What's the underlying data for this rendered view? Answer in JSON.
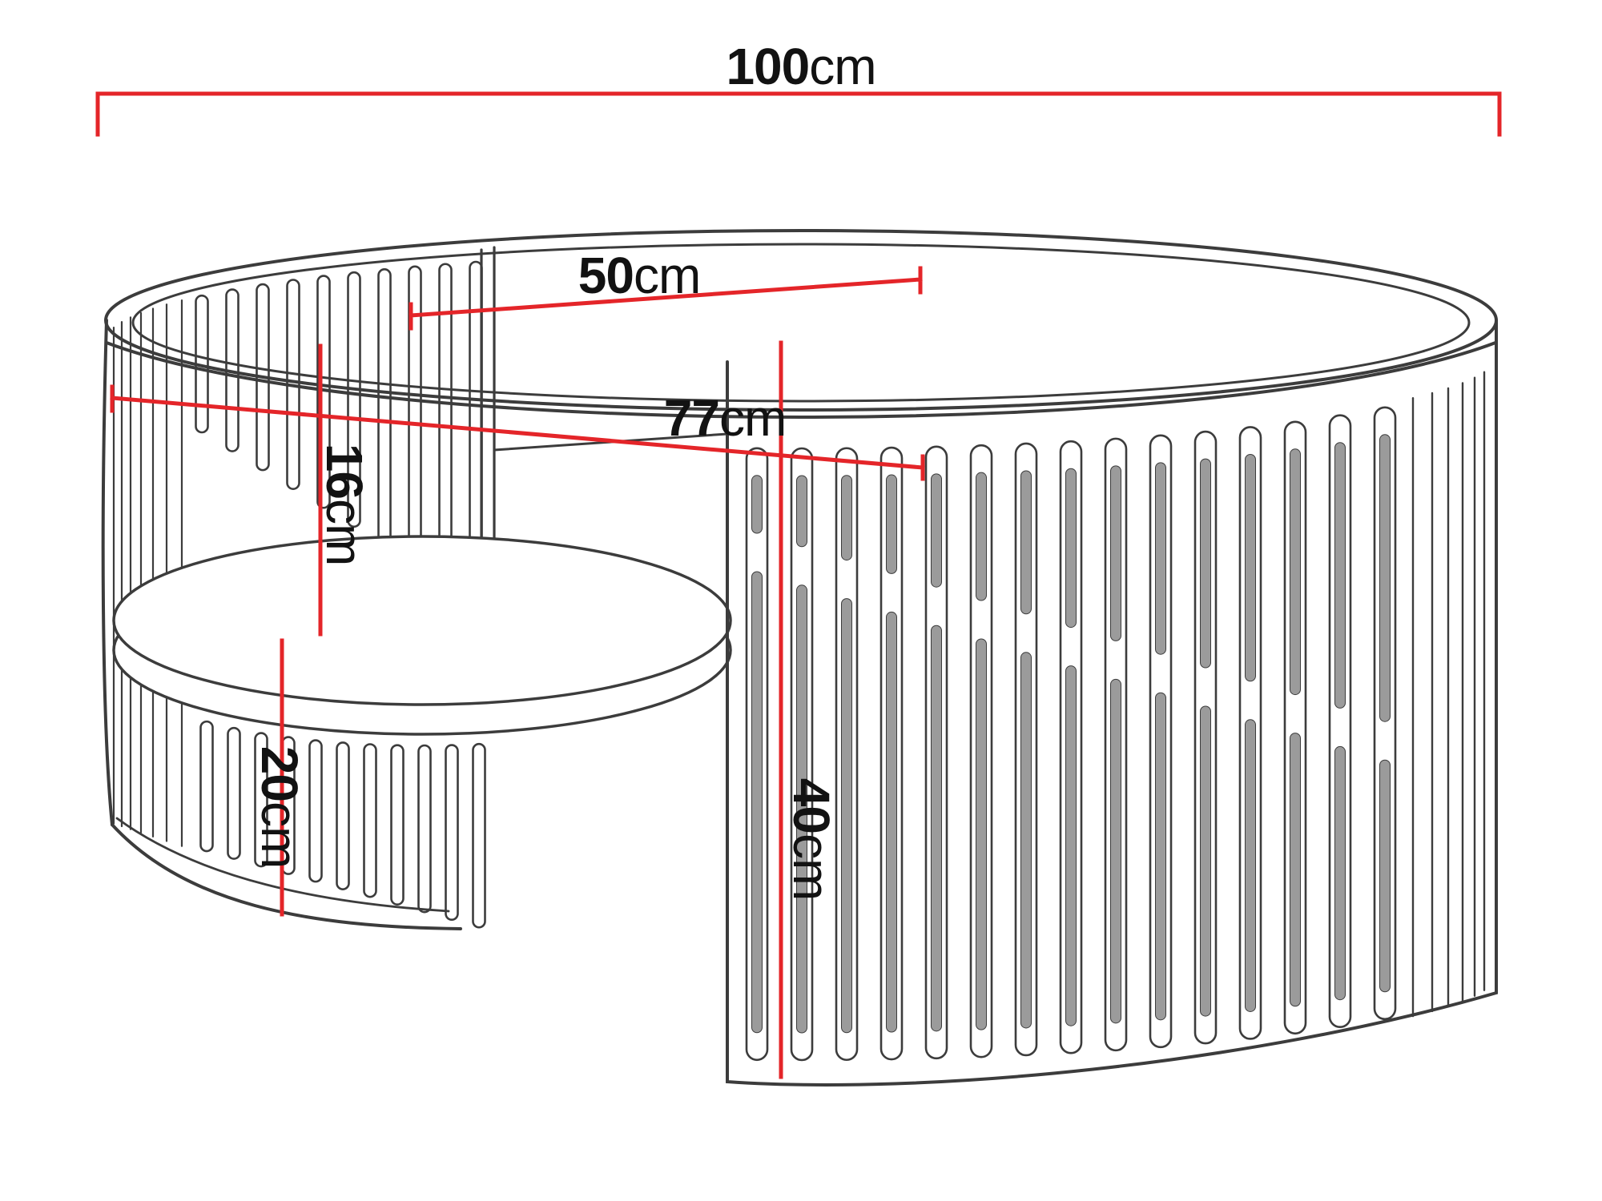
{
  "page": {
    "title": "Coffee table dimension diagram"
  },
  "style": {
    "dimension_color": "#e42529",
    "drawing_color": "#3c3c3c",
    "slat_fill": "#9b9b9b",
    "text_color": "#121212",
    "background": "#ffffff"
  },
  "dimensions": {
    "width": {
      "value": "100",
      "unit": "cm"
    },
    "depth": {
      "value": "50",
      "unit": "cm"
    },
    "inner_width": {
      "value": "77",
      "unit": "cm"
    },
    "top_to_shelf": {
      "value": "16",
      "unit": "cm"
    },
    "shelf_to_floor": {
      "value": "20",
      "unit": "cm"
    },
    "total_height": {
      "value": "40",
      "unit": "cm"
    }
  }
}
